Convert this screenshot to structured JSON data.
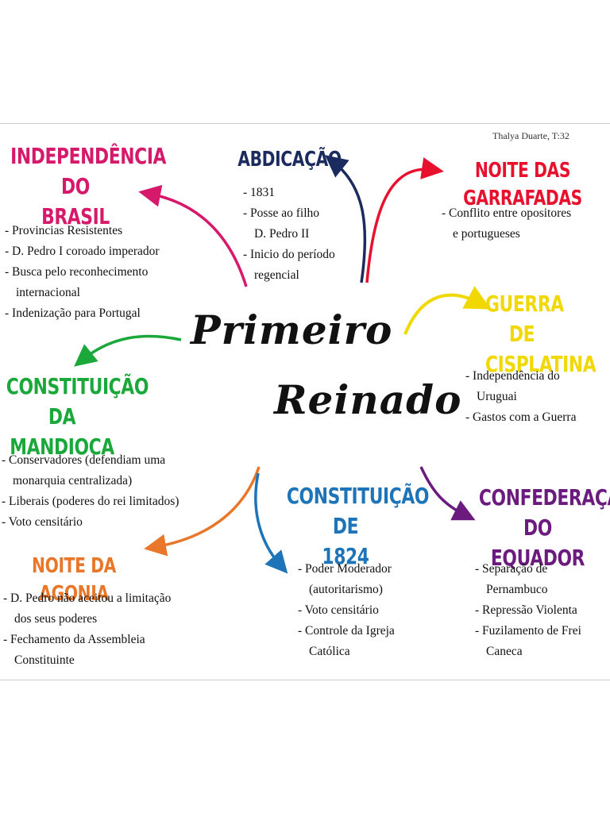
{
  "author": "Thalya Duarte, T:32",
  "center": {
    "line1": "Primeiro",
    "line2": "Reinado"
  },
  "colors": {
    "magenta": "#d7196b",
    "navy": "#1c2b5e",
    "red": "#e8112d",
    "yellow": "#f0d800",
    "green": "#1aa83a",
    "orange": "#e8772a",
    "blue": "#1e74b8",
    "purple": "#6b1a7e"
  },
  "independencia": {
    "title1": "INDEPENDÊNCIA DO",
    "title2": "BRASIL",
    "items": [
      "Provincias Resistentes",
      "D. Pedro I coroado imperador",
      "Busca pelo reconhecimento",
      "internacional",
      "Indenização para Portugal"
    ]
  },
  "abdicacao": {
    "title": "ABDICAÇÃO",
    "items": [
      "1831",
      "Posse ao filho",
      "D. Pedro II",
      "Inicio do período",
      "regencial"
    ]
  },
  "garrafadas": {
    "title": "NOITE DAS GARRAFADAS",
    "items": [
      "Conflito entre opositores",
      "e portugueses"
    ]
  },
  "cisplatina": {
    "title1": "GUERRA DE",
    "title2": "CISPLATINA",
    "items": [
      "Independência do",
      "Uruguai",
      "Gastos com a Guerra"
    ]
  },
  "mandioca": {
    "title1": "CONSTITUIÇÃO DA",
    "title2": "MANDIOCA",
    "items": [
      "Conservadores (defendiam uma",
      "monarquia centralizada)",
      "Liberais (poderes do rei limitados)",
      "Voto censitário"
    ]
  },
  "constituicao1824": {
    "title1": "CONSTITUIÇÃO DE",
    "title2": "1824",
    "items": [
      "Poder Moderador",
      "(autoritarismo)",
      "Voto censitário",
      "Controle da Igreja",
      "Católica"
    ]
  },
  "confederacao": {
    "title1": "CONFEDERAÇÃO DO",
    "title2": "EQUADOR",
    "items": [
      "Separação de",
      "Pernambuco",
      "Repressão Violenta",
      "Fuzilamento de Frei",
      "Caneca"
    ]
  },
  "agonia": {
    "title": "NOITE DA AGONIA",
    "items": [
      "D. Pedro não aceitou a limitação",
      "dos seus poderes",
      "Fechamento da Assembleia",
      "Constituinte"
    ]
  }
}
